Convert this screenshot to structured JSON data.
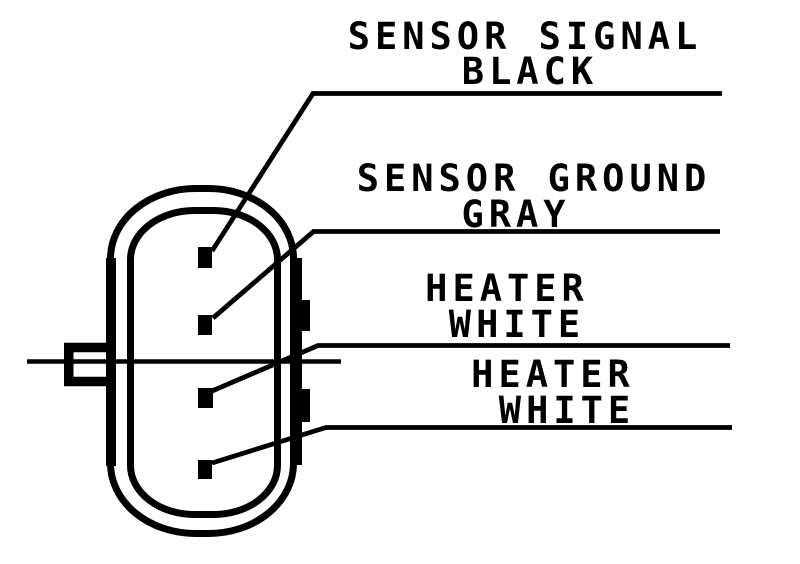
{
  "page": {
    "background": "#ffffff",
    "ink": "#000000"
  },
  "connector": {
    "pin_count": 4,
    "pins": [
      {
        "signal": "SENSOR SIGNAL",
        "wire_color": "BLACK"
      },
      {
        "signal": "SENSOR GROUND",
        "wire_color": "GRAY"
      },
      {
        "signal": "HEATER",
        "wire_color": "WHITE"
      },
      {
        "signal": "HEATER",
        "wire_color": "WHITE"
      }
    ]
  }
}
